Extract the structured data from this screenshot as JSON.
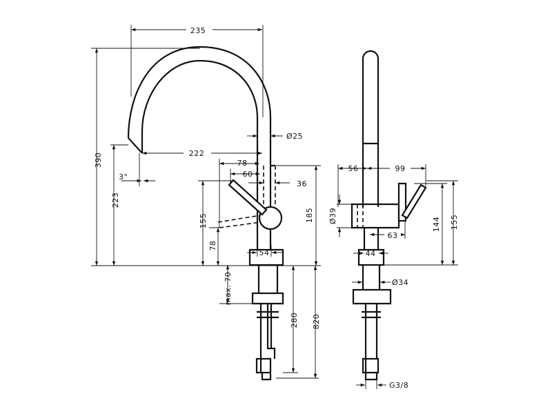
{
  "drawing": {
    "front_view": {
      "dims": {
        "spout_reach": "235",
        "spout_diameter": "Ø25",
        "outlet_to_body": "222",
        "lever_78": "78",
        "lever_60": "60",
        "lever_36": "36",
        "height_total": "390",
        "height_outlet": "223",
        "height_lever_155": "155",
        "height_lever_78": "78",
        "height_185": "185",
        "base_54": "54",
        "max_70": "max. 70",
        "shank_280": "280",
        "hose_820": "820",
        "angle": "3°"
      }
    },
    "side_view": {
      "dims": {
        "w56": "56",
        "w99": "99",
        "d39": "Ø39",
        "h144": "144",
        "h155": "155",
        "w63": "63",
        "w44": "44",
        "d34": "Ø34",
        "thread": "G3/8"
      }
    }
  }
}
